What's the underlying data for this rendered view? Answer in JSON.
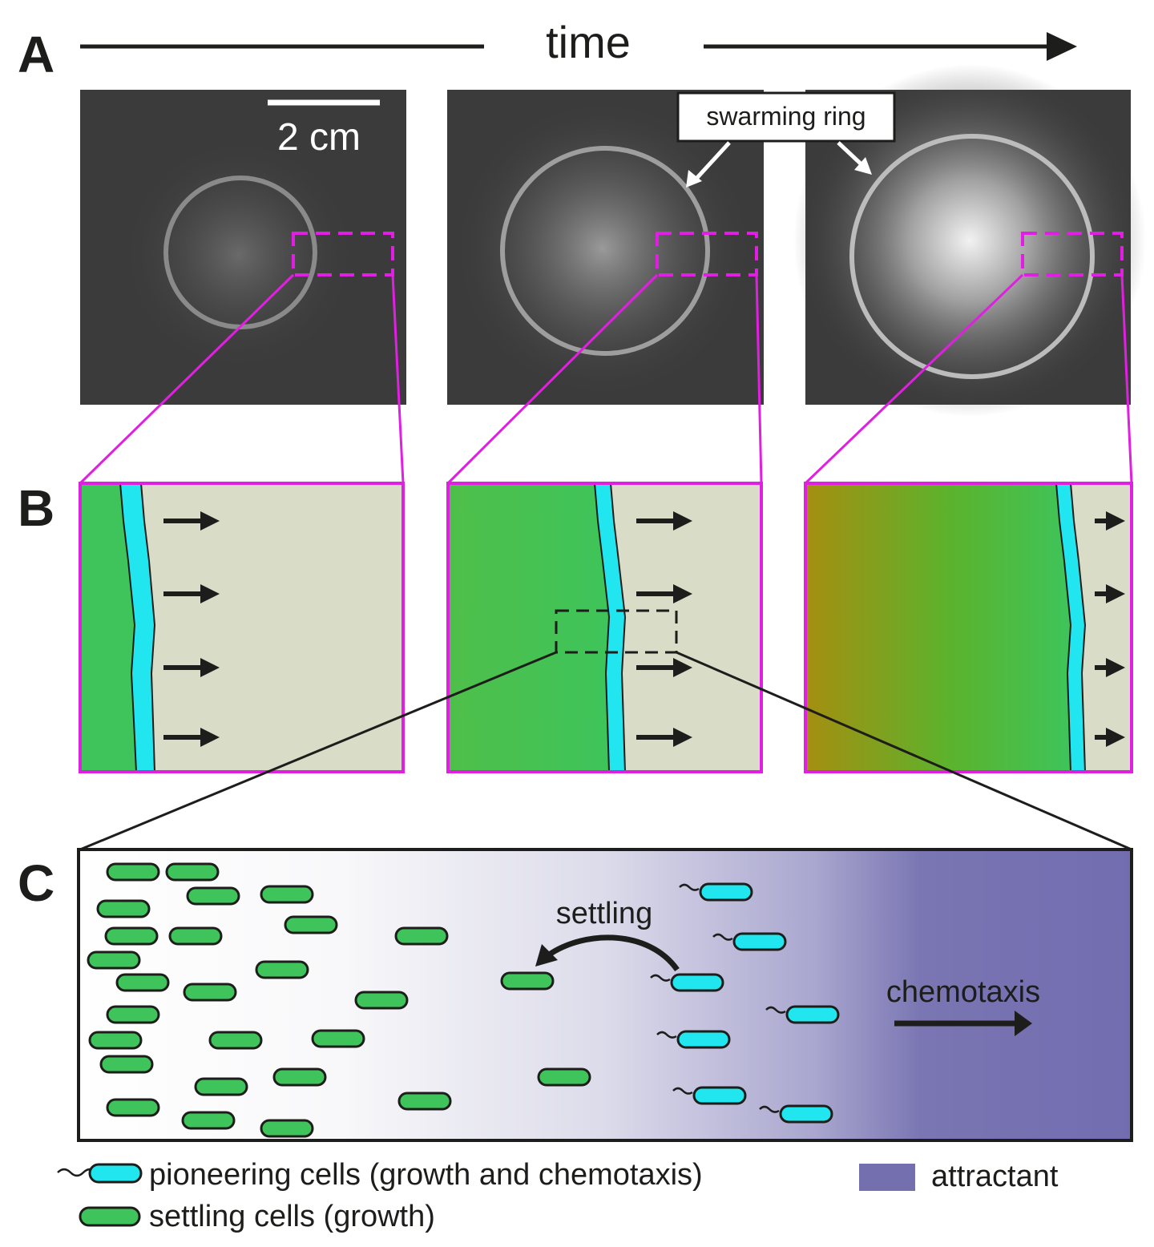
{
  "panels": {
    "a": {
      "letter": "A",
      "time_label": "time",
      "scale_bar_label": "2 cm",
      "callout_label": "swarming ring"
    },
    "b": {
      "letter": "B"
    },
    "c": {
      "letter": "C",
      "settling_label": "settling",
      "chemotaxis_label": "chemotaxis"
    }
  },
  "legend": {
    "pioneering": "pioneering cells (growth and chemotaxis)",
    "settling": "settling cells (growth)",
    "attractant": "attractant"
  },
  "colors": {
    "magenta": "#e020e0",
    "settled_green": "#3ec45a",
    "pioneer_cyan": "#21e6ef",
    "medium_beige": "#d9dcc6",
    "attractant_purple": "#7470b0",
    "dark": "#1d1d1b"
  }
}
